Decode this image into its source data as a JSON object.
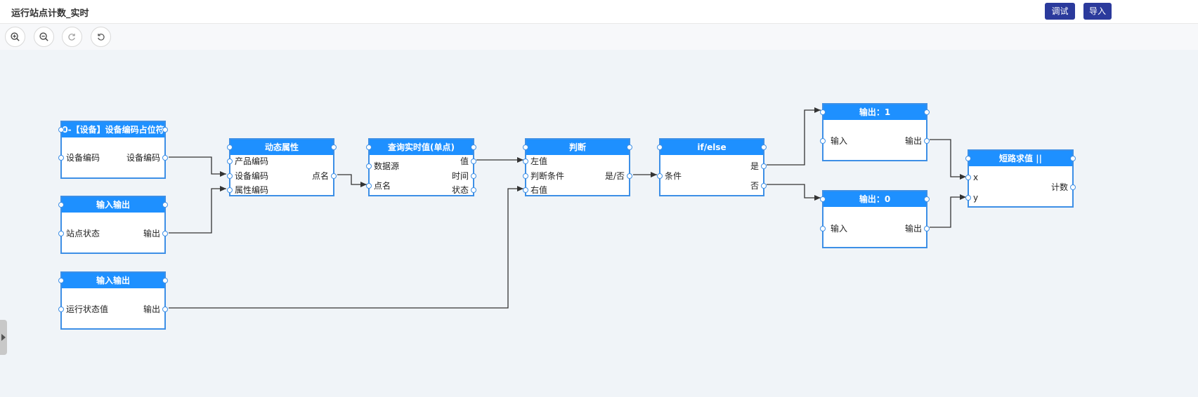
{
  "header": {
    "title": "运行站点计数_实时",
    "debug_label": "调试",
    "import_label": "导入"
  },
  "toolbar": {
    "zoom_in_icon": "zoom-in-icon",
    "zoom_out_icon": "zoom-out-icon",
    "redo_icon": "redo-icon",
    "undo_icon": "undo-icon"
  },
  "colors": {
    "header_blue": "#1e90ff",
    "node_border": "#3d8fe6",
    "canvas_bg": "#f0f4f8",
    "button_bg": "#2b3a9c",
    "wire": "#333333"
  },
  "nodes": {
    "placeholder": {
      "title": "0-【设备】设备编码占位符",
      "in": [
        "设备编码"
      ],
      "out": [
        "设备编码"
      ]
    },
    "io1": {
      "title": "输入输出",
      "in": [
        "站点状态"
      ],
      "out": [
        "输出"
      ]
    },
    "io2": {
      "title": "输入输出",
      "in": [
        "运行状态值"
      ],
      "out": [
        "输出"
      ]
    },
    "dyn": {
      "title": "动态属性",
      "in": [
        "产品编码",
        "设备编码",
        "属性编码"
      ],
      "out": [
        "点名"
      ]
    },
    "query": {
      "title": "查询实时值(单点)",
      "in": [
        "数据源",
        "点名"
      ],
      "out": [
        "值",
        "时间",
        "状态"
      ]
    },
    "judge": {
      "title": "判断",
      "in": [
        "左值",
        "判断条件",
        "右值"
      ],
      "out": [
        "是/否"
      ]
    },
    "ifelse": {
      "title": "if/else",
      "in": [
        "条件"
      ],
      "out": [
        "是",
        "否"
      ]
    },
    "out1": {
      "title": "输出：1",
      "in": [
        "输入"
      ],
      "out": [
        "输出"
      ]
    },
    "out0": {
      "title": "输出：0",
      "in": [
        "输入"
      ],
      "out": [
        "输出"
      ]
    },
    "shortcut": {
      "title": "短路求值 ||",
      "in": [
        "x",
        "y"
      ],
      "out": [
        "计数"
      ]
    }
  }
}
